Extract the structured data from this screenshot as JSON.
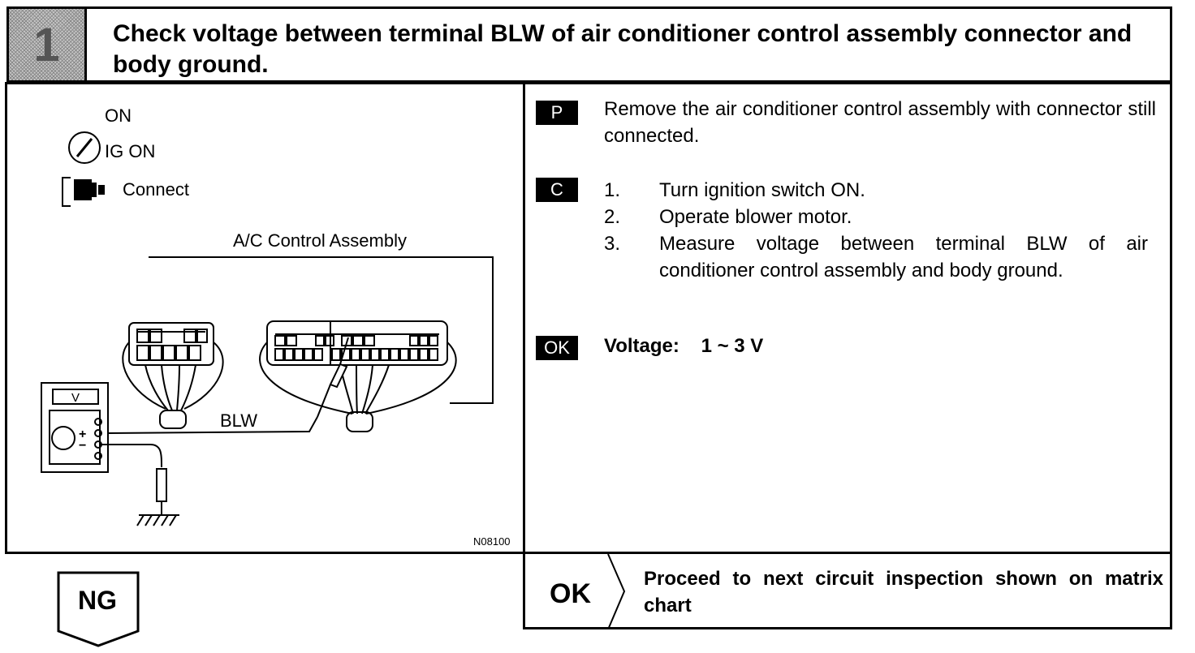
{
  "header": {
    "step_number": "1",
    "title": "Check voltage between terminal BLW of air conditioner control assembly connector and body ground."
  },
  "figure": {
    "legend": {
      "on_label": "ON",
      "ig_on_label": "IG ON",
      "connect_label": "Connect"
    },
    "assembly_label": "A/C Control Assembly",
    "blw_label": "BLW",
    "meter_label": "V",
    "plus_sign": "+",
    "minus_sign": "−",
    "figure_code": "N08100"
  },
  "instructions": {
    "prep_tag": "P",
    "prep_text": "Remove the air conditioner control assembly with connector still connected.",
    "check_tag": "C",
    "steps": [
      {
        "num": "1.",
        "text": "Turn ignition switch ON."
      },
      {
        "num": "2.",
        "text": "Operate blower motor."
      },
      {
        "num": "3.",
        "text": "Measure voltage between terminal BLW of air conditioner control assembly and body ground."
      }
    ],
    "ok_tag": "OK",
    "ok_spec": "Voltage:    1 ~ 3 V"
  },
  "result": {
    "ng_label": "NG",
    "ok_label": "OK",
    "ok_action": "Proceed to next circuit inspection shown on matrix chart"
  }
}
